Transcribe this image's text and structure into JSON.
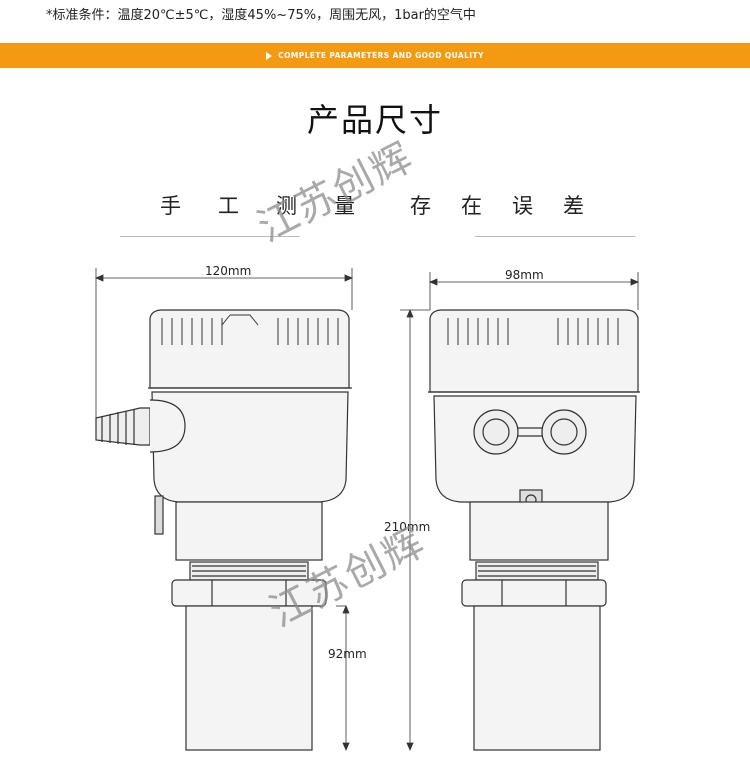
{
  "condition_note": "*标准条件：温度20℃±5℃，湿度45%~75%，周围无风，1bar的空气中",
  "banner_text": "COMPLETE PARAMETERS AND GOOD QUALITY",
  "title": "产品尺寸",
  "subtitle_part1": "手工测量",
  "subtitle_part2": "存在误差",
  "watermark": "江苏创辉",
  "dimensions": {
    "width_front": "120mm",
    "width_side": "98mm",
    "total_height": "210mm",
    "probe_height": "92mm"
  }
}
